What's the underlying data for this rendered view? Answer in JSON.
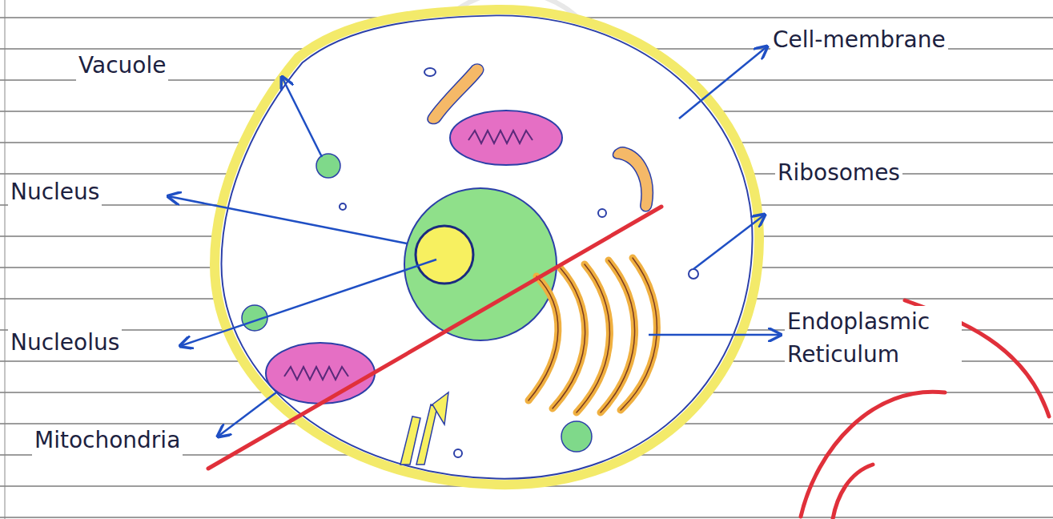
{
  "diagram": {
    "labels": [
      "Vacuole",
      "Nucleus",
      "Nucleolus",
      "Mitochondria",
      "Cell-membrane",
      "Ribosomes",
      "Endoplasmic Reticulum"
    ]
  }
}
